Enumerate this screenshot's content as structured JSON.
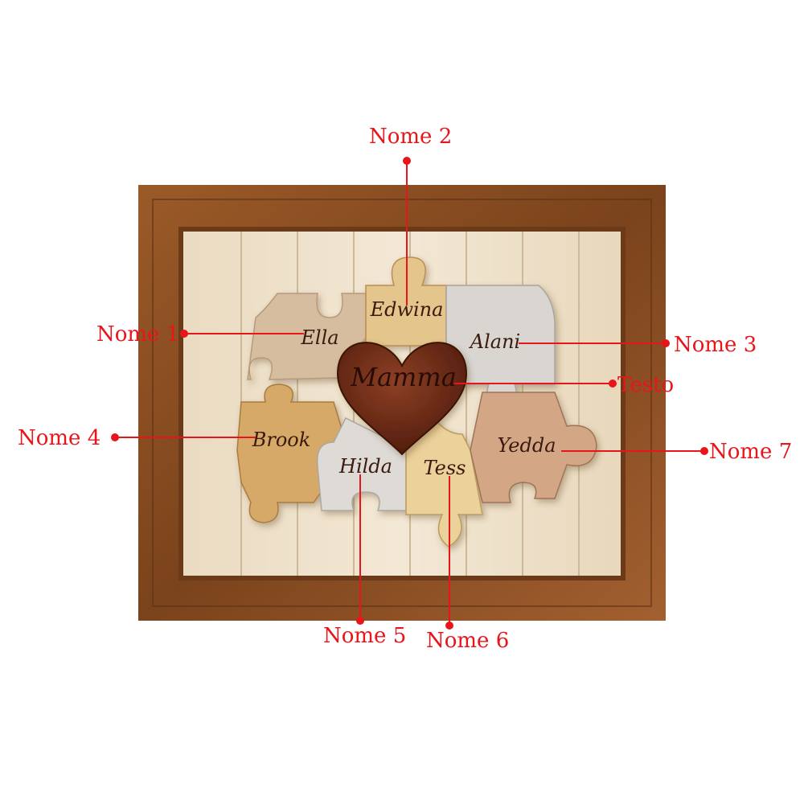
{
  "heart_text": "Mamma",
  "pieces": [
    {
      "id": "ella",
      "name": "Ella",
      "color": "#d6bd9f"
    },
    {
      "id": "edwina",
      "name": "Edwina",
      "color": "#e4c58b"
    },
    {
      "id": "alani",
      "name": "Alani",
      "color": "#d9d6d2"
    },
    {
      "id": "brook",
      "name": "Brook",
      "color": "#d7a968"
    },
    {
      "id": "hilda",
      "name": "Hilda",
      "color": "#dedad6"
    },
    {
      "id": "tess",
      "name": "Tess",
      "color": "#ebd19a"
    },
    {
      "id": "yedda",
      "name": "Yedda",
      "color": "#d3a785"
    }
  ],
  "callouts": {
    "nome1": "Nome 1",
    "nome2": "Nome 2",
    "nome3": "Nome 3",
    "testo": "Testo",
    "nome4": "Nome 4",
    "nome5": "Nome 5",
    "nome6": "Nome 6",
    "nome7": "Nome 7"
  },
  "colors": {
    "callout": "#e8151b",
    "frame": "#8a4e22",
    "background_wood": "#efe2cb",
    "heart": "#6e2a14"
  }
}
